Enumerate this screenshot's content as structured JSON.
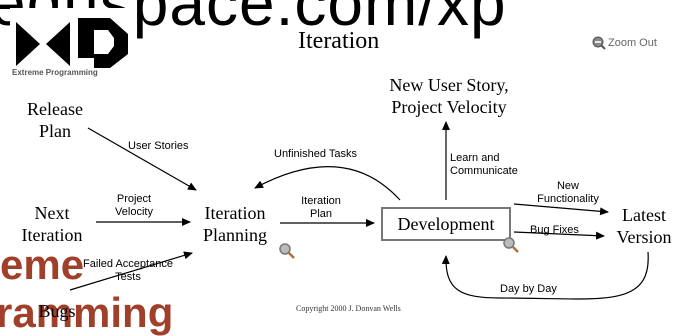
{
  "background": {
    "banner_top": "eduspace.com/xp",
    "banner_mid": "eme",
    "banner_bot": "ramming"
  },
  "logo": {
    "caption": "Extreme Programming",
    "icon": "xp-logo"
  },
  "title": "Iteration",
  "zoom_out": {
    "label": "Zoom Out",
    "icon": "zoom-out-icon"
  },
  "nodes": {
    "release_plan": [
      "Release",
      "Plan"
    ],
    "next_iteration": [
      "Next",
      "Iteration"
    ],
    "bugs": "Bugs",
    "iteration_planning": [
      "Iteration",
      "Planning"
    ],
    "development": "Development",
    "new_user_story": [
      "New User Story,",
      "Project Velocity"
    ],
    "latest_version": [
      "Latest",
      "Version"
    ]
  },
  "edge_labels": {
    "user_stories": "User Stories",
    "project_velocity": [
      "Project",
      "Velocity"
    ],
    "failed_acceptance": [
      "Failed Acceptance",
      "Tests"
    ],
    "unfinished_tasks": "Unfinished Tasks",
    "iteration_plan": [
      "Iteration",
      "Plan"
    ],
    "learn_communicate": [
      "Learn and",
      "Communicate"
    ],
    "new_functionality": [
      "New",
      "Functionality"
    ],
    "bug_fixes": "Bug Fixes",
    "day_by_day": "Day by Day"
  },
  "copyright": "Copyright 2000 J. Donvan Wells",
  "colors": {
    "banner_accent": "#a0402a",
    "box_border": "#777777",
    "lines": "#000000"
  }
}
